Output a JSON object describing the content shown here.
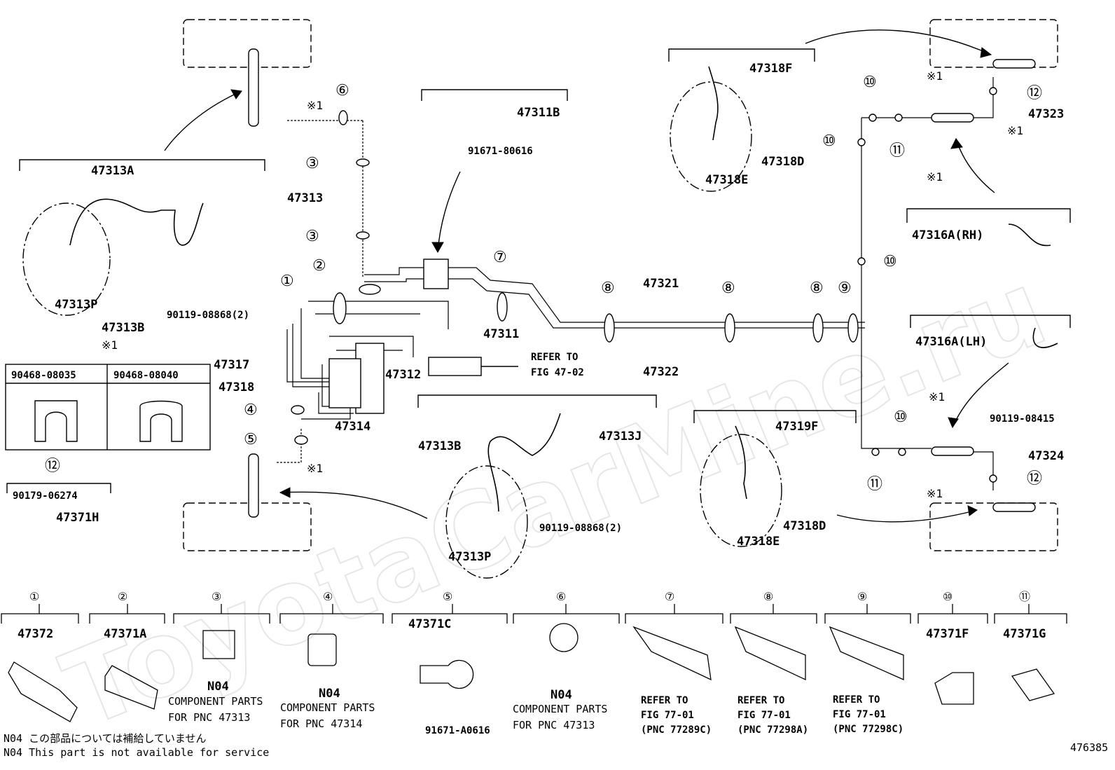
{
  "watermark": "ToyotaCarMine.ru",
  "figure_id": "476385",
  "mark": "※1",
  "parts": {
    "p47313A": "47313A",
    "p47313P_a": "47313P",
    "p47313B_a": "47313B",
    "p90119_08868_a": "90119-08868(2)",
    "p47313": "47313",
    "p47311B": "47311B",
    "p91671_80616": "91671-80616",
    "p47311": "47311",
    "p47312": "47312",
    "p47317": "47317",
    "p47318": "47318",
    "p47314": "47314",
    "p47321": "47321",
    "p47322": "47322",
    "p47318F": "47318F",
    "p47318D_a": "47318D",
    "p47318E_a": "47318E",
    "p47323": "47323",
    "p47316A_RH": "47316A(RH)",
    "p47316A_LH": "47316A(LH)",
    "p90119_08415": "90119-08415",
    "p47324": "47324",
    "p47319F": "47319F",
    "p47318D_b": "47318D",
    "p47318E_b": "47318E",
    "p47313B_b": "47313B",
    "p47313J": "47313J",
    "p47313P_b": "47313P",
    "p90119_08868_b": "90119-08868(2)",
    "p90179_06274": "90179-06274",
    "p47371H": "47371H"
  },
  "refer_fig": [
    "REFER TO",
    "FIG 47-02"
  ],
  "clip_table": {
    "mark": "※1",
    "left": "90468-08035",
    "right": "90468-08040"
  },
  "callouts": [
    "①",
    "②",
    "③",
    "④",
    "⑤",
    "⑥",
    "⑦",
    "⑧",
    "⑨",
    "⑩",
    "⑪",
    "⑫"
  ],
  "bottom_items": [
    {
      "num": "①",
      "part": "47372",
      "note": []
    },
    {
      "num": "②",
      "part": "47371A",
      "note": []
    },
    {
      "num": "③",
      "part": "N04",
      "note": [
        "COMPONENT PARTS",
        "FOR PNC 47313"
      ]
    },
    {
      "num": "④",
      "part": "N04",
      "note": [
        "COMPONENT PARTS",
        "FOR PNC 47314"
      ]
    },
    {
      "num": "⑤",
      "part": "47371C",
      "note": [],
      "extra": "91671-A0616"
    },
    {
      "num": "⑥",
      "part": "N04",
      "note": [
        "COMPONENT PARTS",
        "FOR PNC 47313"
      ]
    },
    {
      "num": "⑦",
      "part": "REFER TO",
      "note": [
        "FIG 77-01",
        "(PNC 77289C)"
      ]
    },
    {
      "num": "⑧",
      "part": "REFER TO",
      "note": [
        "FIG 77-01",
        "(PNC 77298A)"
      ]
    },
    {
      "num": "⑨",
      "part": "REFER TO",
      "note": [
        "FIG 77-01",
        "(PNC 77298C)"
      ]
    },
    {
      "num": "⑩",
      "part": "47371F",
      "note": []
    },
    {
      "num": "⑪",
      "part": "47371G",
      "note": []
    }
  ],
  "notes": [
    "N04 この部品については補給していません",
    "N04 This part is not available for service"
  ]
}
